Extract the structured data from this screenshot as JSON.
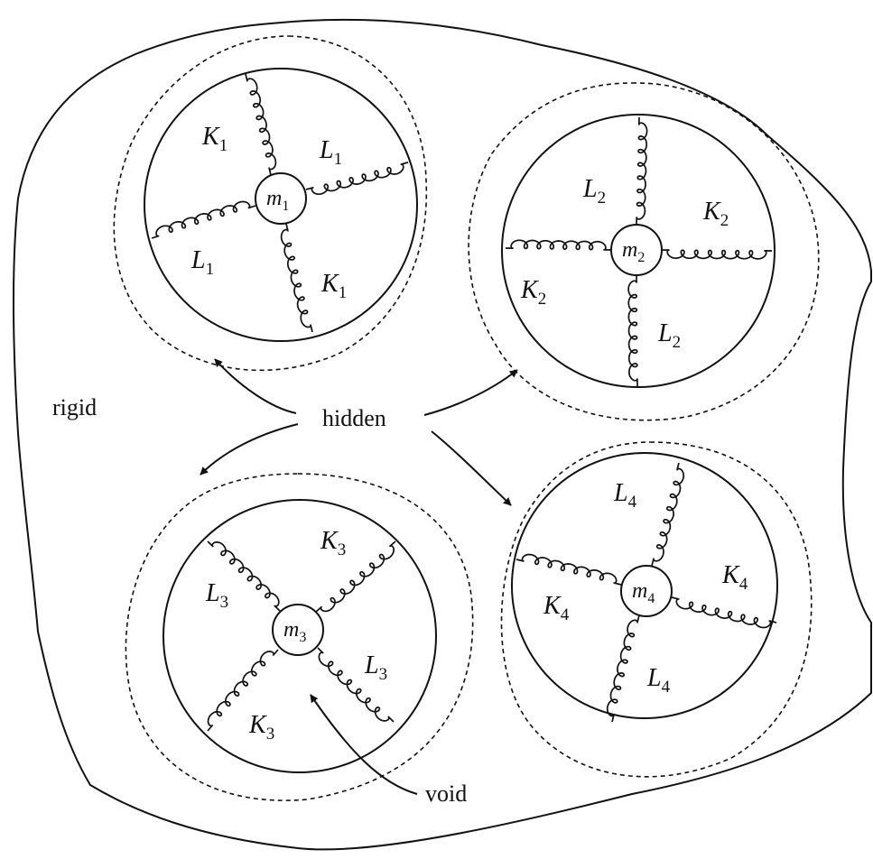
{
  "labels": {
    "rigid": "rigid",
    "hidden": "hidden",
    "void": "void"
  },
  "cells": [
    {
      "mass": {
        "base": "m",
        "sub": "1"
      },
      "springs": [
        {
          "base": "K",
          "sub": "1"
        },
        {
          "base": "L",
          "sub": "1"
        },
        {
          "base": "L",
          "sub": "1"
        },
        {
          "base": "K",
          "sub": "1"
        }
      ]
    },
    {
      "mass": {
        "base": "m",
        "sub": "2"
      },
      "springs": [
        {
          "base": "L",
          "sub": "2"
        },
        {
          "base": "K",
          "sub": "2"
        },
        {
          "base": "K",
          "sub": "2"
        },
        {
          "base": "L",
          "sub": "2"
        }
      ]
    },
    {
      "mass": {
        "base": "m",
        "sub": "3"
      },
      "springs": [
        {
          "base": "K",
          "sub": "3"
        },
        {
          "base": "L",
          "sub": "3"
        },
        {
          "base": "L",
          "sub": "3"
        },
        {
          "base": "K",
          "sub": "3"
        }
      ]
    },
    {
      "mass": {
        "base": "m",
        "sub": "4"
      },
      "springs": [
        {
          "base": "L",
          "sub": "4"
        },
        {
          "base": "K",
          "sub": "4"
        },
        {
          "base": "K",
          "sub": "4"
        },
        {
          "base": "L",
          "sub": "4"
        }
      ]
    }
  ]
}
